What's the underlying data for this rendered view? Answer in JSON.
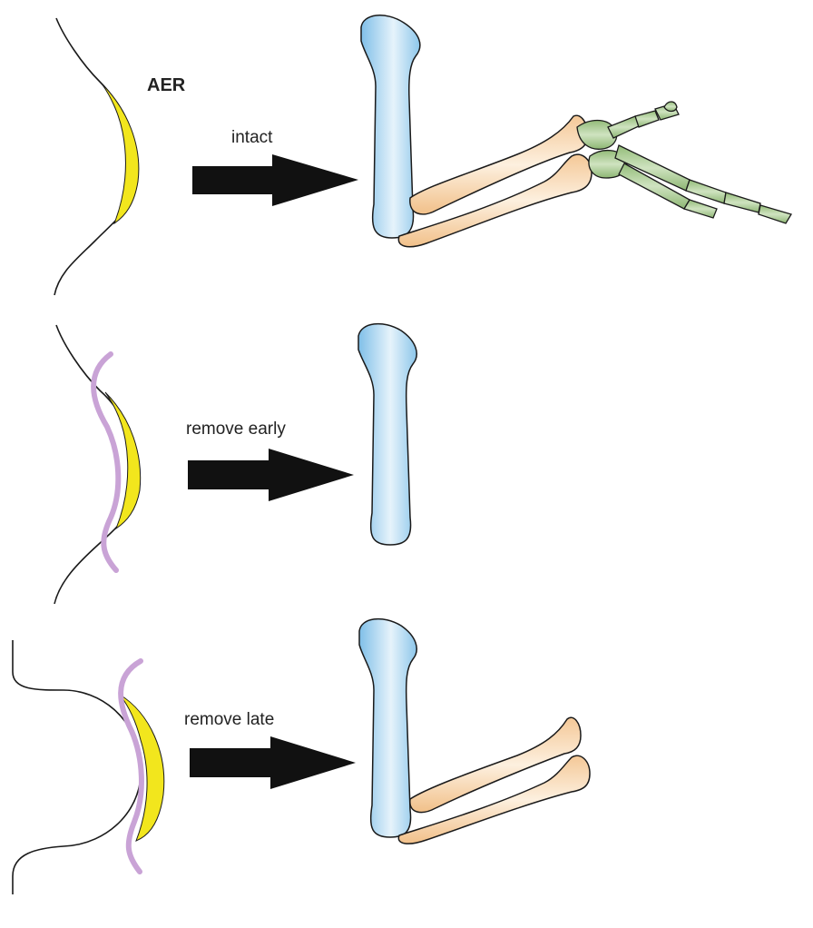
{
  "labels": {
    "aer": "AER",
    "intact": "intact",
    "remove_early": "remove early",
    "remove_late": "remove late"
  },
  "rows": [
    {
      "name": "intact",
      "bones": [
        "stylopod",
        "zeugopod",
        "autopod"
      ]
    },
    {
      "name": "remove-early",
      "bones": [
        "stylopod"
      ]
    },
    {
      "name": "remove-late",
      "bones": [
        "stylopod",
        "zeugopod"
      ]
    }
  ],
  "colors": {
    "aer": "#f2e61d",
    "removed_region": "#c9a3d6",
    "stylopod": "#a9d4f2",
    "zeugopod": "#f7d7ae",
    "autopod": "#a9c98e",
    "arrow": "#111111",
    "outline": "#1a1a1a"
  }
}
